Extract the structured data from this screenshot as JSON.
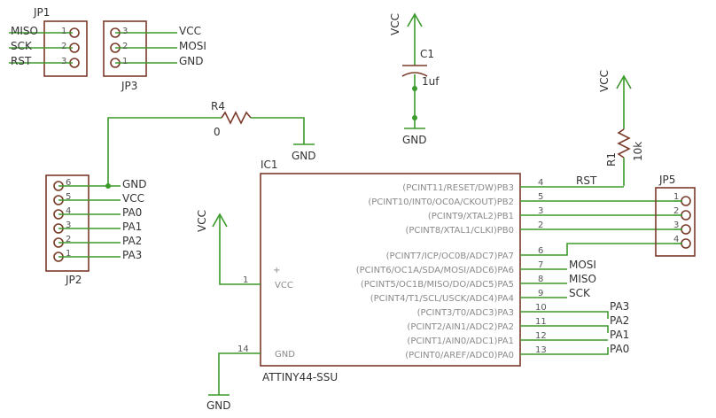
{
  "power": {
    "vcc": "VCC",
    "gnd": "GND"
  },
  "jp1": {
    "name": "JP1",
    "signals": [
      "MISO",
      "SCK",
      "RST"
    ],
    "pins": [
      "1",
      "2",
      "3"
    ]
  },
  "jp3": {
    "name": "JP3",
    "signals": [
      "VCC",
      "MOSI",
      "GND"
    ],
    "pins": [
      "3",
      "2",
      "1"
    ]
  },
  "c1": {
    "name": "C1",
    "value": "1uf"
  },
  "r4": {
    "name": "R4",
    "value": "0"
  },
  "r1": {
    "name": "R1",
    "value": "10k"
  },
  "jp2": {
    "name": "JP2",
    "signals": [
      "GND",
      "VCC",
      "PA0",
      "PA1",
      "PA2",
      "PA3"
    ],
    "pins": [
      "6",
      "5",
      "4",
      "3",
      "2",
      "1"
    ]
  },
  "jp5": {
    "name": "JP5",
    "pins": [
      "1",
      "2",
      "3",
      "4"
    ]
  },
  "ic1": {
    "name": "IC1",
    "part": "ATTINY44-SSU",
    "vcc_label": "VCC",
    "gnd_label": "GND",
    "vcc_pin": "1",
    "gnd_pin": "14",
    "right_pins": [
      {
        "label": "(PCINT11/RESET/DW)PB3",
        "num": "4",
        "net": "RST"
      },
      {
        "label": "(PCINT10/INT0/OC0A/CKOUT)PB2",
        "num": "5",
        "net": ""
      },
      {
        "label": "(PCINT9/XTAL2)PB1",
        "num": "3",
        "net": ""
      },
      {
        "label": "(PCINT8/XTAL1/CLKI)PB0",
        "num": "2",
        "net": ""
      },
      {
        "label": "(PCINT7/ICP/OC0B/ADC7)PA7",
        "num": "6",
        "net": ""
      },
      {
        "label": "(PCINT6/OC1A/SDA/MOSI/ADC6)PA6",
        "num": "7",
        "net": "MOSI"
      },
      {
        "label": "(PCINT5/OC1B/MISO/DO/ADC5)PA5",
        "num": "8",
        "net": "MISO"
      },
      {
        "label": "(PCINT4/T1/SCL/USCK/ADC4)PA4",
        "num": "9",
        "net": "SCK"
      },
      {
        "label": "(PCINT3/T0/ADC3)PA3",
        "num": "10",
        "net": "PA3"
      },
      {
        "label": "(PCINT2/AIN1/ADC2)PA2",
        "num": "11",
        "net": "PA2"
      },
      {
        "label": "(PCINT1/AIN0/ADC1)PA1",
        "num": "12",
        "net": "PA1"
      },
      {
        "label": "(PCINT0/AREF/ADC0)PA0",
        "num": "13",
        "net": "PA0"
      }
    ]
  }
}
